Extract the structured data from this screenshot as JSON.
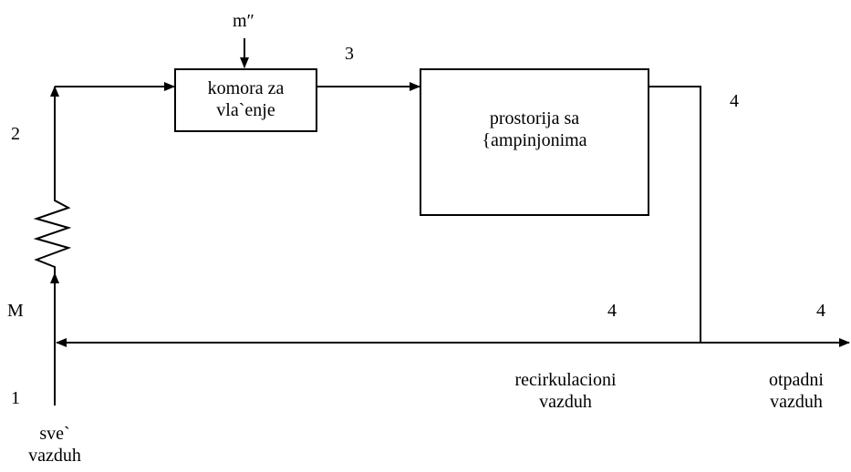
{
  "humidifier_box": {
    "line1": "komora za",
    "line2": "vla`enje"
  },
  "room_box": {
    "line1": "prostorija sa",
    "line2": "{ampinjonima"
  },
  "labels": {
    "m_double_prime": "m″",
    "state_1": "1",
    "state_2": "2",
    "state_3": "3",
    "state_4_top": "4",
    "state_4_mid": "4",
    "state_4_right": "4",
    "m_label": "M"
  },
  "streams": {
    "fresh_line1": "sve`",
    "fresh_line2": "vazduh",
    "recirc_line1": "recirkulacioni",
    "recirc_line2": "vazduh",
    "exhaust_line1": "otpadni",
    "exhaust_line2": "vazduh"
  }
}
